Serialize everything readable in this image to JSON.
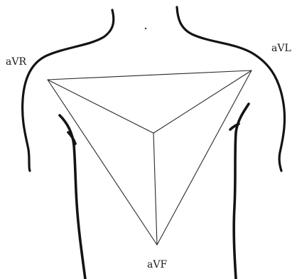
{
  "leads": {
    "avr": "aVR",
    "avl": "aVL",
    "avf": "aVF"
  },
  "colors": {
    "ink": "#141414",
    "background": "#ffffff"
  }
}
